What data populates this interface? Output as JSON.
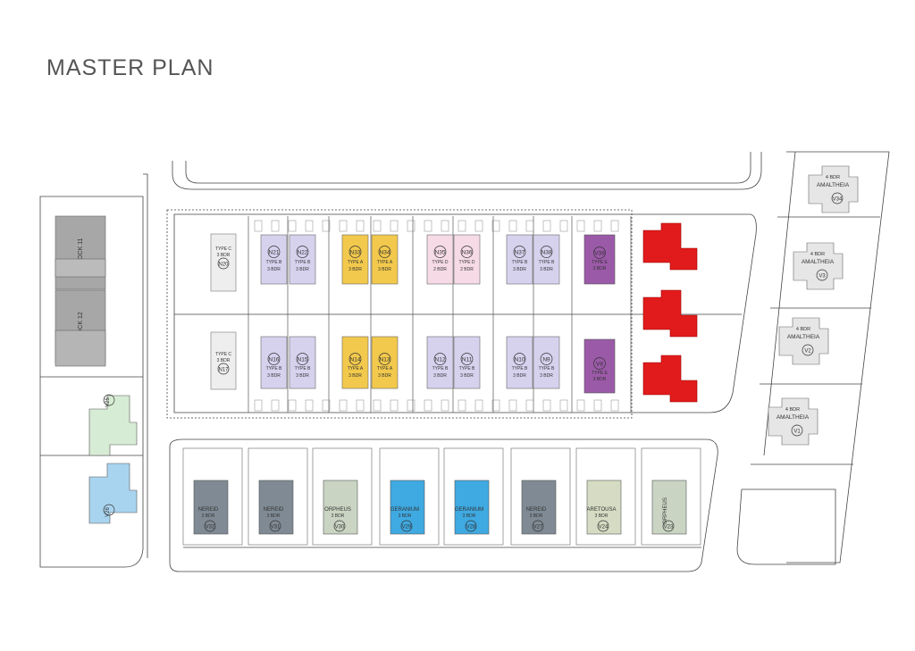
{
  "title": "MASTER PLAN",
  "colors": {
    "type_a": "#f2c94c",
    "type_b": "#d6d2ee",
    "type_d": "#f6dbe6",
    "type_e": "#9b5aa8",
    "type_c": "#eeeeee",
    "red": "#e11b1b",
    "nereid": "#7f8a94",
    "geranium": "#3fa9e1",
    "orpheus": "#c9d4c2",
    "aretousa": "#d5dcc3",
    "green": "#d7ecd4",
    "blue": "#a9d4ef",
    "block": "#a7a7a7",
    "amaltheia": "#e6e6e6"
  },
  "blocks": [
    {
      "label": "BLOCK 11"
    },
    {
      "label": "BLOCK 12"
    }
  ],
  "left_houses": [
    {
      "id": "V25"
    },
    {
      "id": "V26"
    }
  ],
  "north_row": [
    {
      "id": "N21",
      "type": "TYPE B",
      "bdr": "3 BDR",
      "color": "type_b"
    },
    {
      "id": "N22",
      "type": "TYPE B",
      "bdr": "3 BDR",
      "color": "type_b"
    },
    {
      "id": "N33",
      "type": "TYPE A",
      "bdr": "3 BDR",
      "color": "type_a"
    },
    {
      "id": "N34",
      "type": "TYPE A",
      "bdr": "3 BDR",
      "color": "type_a"
    },
    {
      "id": "N35",
      "type": "TYPE D",
      "bdr": "2 BDR",
      "color": "type_d"
    },
    {
      "id": "N36",
      "type": "TYPE D",
      "bdr": "2 BDR",
      "color": "type_d"
    },
    {
      "id": "N37",
      "type": "TYPE B",
      "bdr": "3 BDR",
      "color": "type_b"
    },
    {
      "id": "N38",
      "type": "TYPE B",
      "bdr": "3 BDR",
      "color": "type_b"
    }
  ],
  "south_row": [
    {
      "id": "N16",
      "type": "TYPE B",
      "bdr": "3 BDR",
      "color": "type_b"
    },
    {
      "id": "N15",
      "type": "TYPE B",
      "bdr": "3 BDR",
      "color": "type_b"
    },
    {
      "id": "N14",
      "type": "TYPE A",
      "bdr": "3 BDR",
      "color": "type_a"
    },
    {
      "id": "N13",
      "type": "TYPE A",
      "bdr": "3 BDR",
      "color": "type_a"
    },
    {
      "id": "N12",
      "type": "TYPE B",
      "bdr": "3 BDR",
      "color": "type_b"
    },
    {
      "id": "N11",
      "type": "TYPE B",
      "bdr": "3 BDR",
      "color": "type_b"
    },
    {
      "id": "N10",
      "type": "TYPE B",
      "bdr": "3 BDR",
      "color": "type_b"
    },
    {
      "id": "N9",
      "type": "TYPE B",
      "bdr": "3 BDR",
      "color": "type_b"
    }
  ],
  "type_e": [
    {
      "id": "V39",
      "type": "TYPE E",
      "bdr": "3 BDR"
    },
    {
      "id": "V8",
      "type": "TYPE E",
      "bdr": "3 BDR"
    }
  ],
  "type_c": [
    {
      "id": "N20",
      "type": "TYPE C",
      "bdr": "3 BDR"
    },
    {
      "id": "N17",
      "type": "TYPE C",
      "bdr": "3 BDR"
    }
  ],
  "bottom_villas": [
    {
      "name": "NEREID",
      "bdr": "3 BDR",
      "id": "V32",
      "color": "nereid"
    },
    {
      "name": "NEREID",
      "bdr": "3 BDR",
      "id": "V31",
      "color": "nereid"
    },
    {
      "name": "ORPHEUS",
      "bdr": "3 BDR",
      "id": "V30",
      "color": "orpheus"
    },
    {
      "name": "GERANIUM",
      "bdr": "3 BDR",
      "id": "V29",
      "color": "geranium"
    },
    {
      "name": "GERANIUM",
      "bdr": "3 BDR",
      "id": "V28",
      "color": "geranium"
    },
    {
      "name": "NEREID",
      "bdr": "3 BDR",
      "id": "V27",
      "color": "nereid"
    },
    {
      "name": "ARETOUSA",
      "bdr": "3 BDR",
      "id": "V24",
      "color": "aretousa"
    },
    {
      "name": "ORPHEUS",
      "bdr": "",
      "id": "V23",
      "color": "orpheus"
    }
  ],
  "amaltheia": [
    {
      "name": "AMALTHEIA",
      "bdr": "4 BDR",
      "id": "V34"
    },
    {
      "name": "AMALTHEIA",
      "bdr": "4 BDR",
      "id": "V3"
    },
    {
      "name": "AMALTHEIA",
      "bdr": "4 BDR",
      "id": "V2"
    },
    {
      "name": "AMALTHEIA",
      "bdr": "4 BDR",
      "id": "V1"
    }
  ]
}
